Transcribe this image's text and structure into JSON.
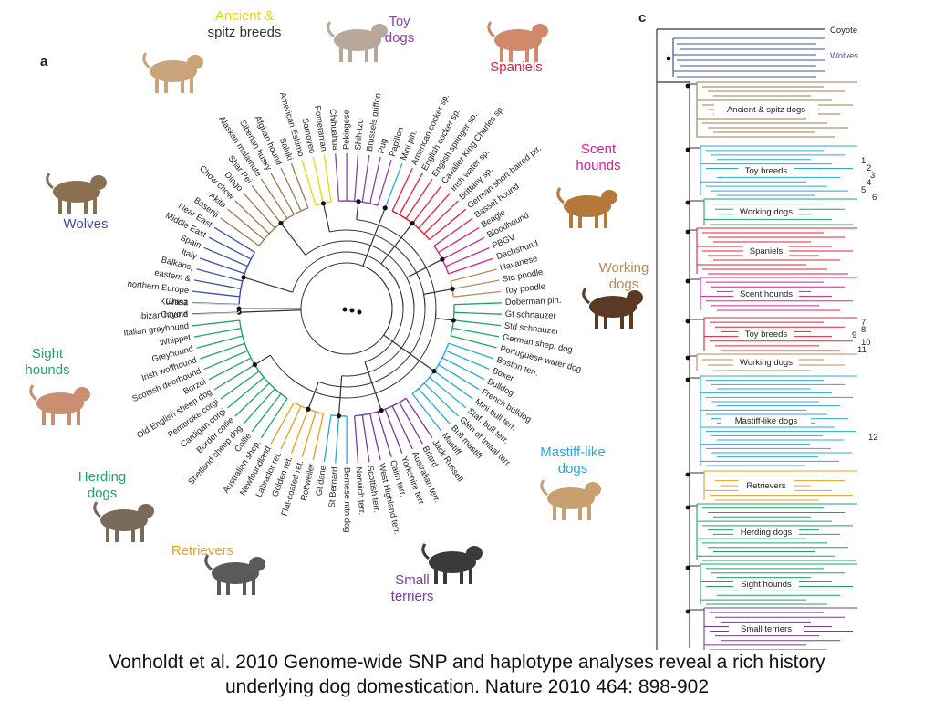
{
  "panel_a": {
    "label": "a",
    "groups": [
      {
        "name": "Ancient & spitz breeds",
        "title_line1": "Ancient &",
        "title_line2": "spitz breeds",
        "color": "#e8d800",
        "accent": "#e0c000"
      },
      {
        "name": "Toy dogs",
        "title_line1": "Toy",
        "title_line2": "dogs",
        "color": "#8a44a6"
      },
      {
        "name": "Spaniels",
        "title_line1": "Spaniels",
        "color": "#e0203a"
      },
      {
        "name": "Scent hounds",
        "title_line1": "Scent",
        "title_line2": "hounds",
        "color": "#d6208c"
      },
      {
        "name": "Working dogs",
        "title_line1": "Working",
        "title_line2": "dogs",
        "color": "#b98a5a"
      },
      {
        "name": "Mastiff-like dogs",
        "title_line1": "Mastiff-like",
        "title_line2": "dogs",
        "color": "#2aa8dc"
      },
      {
        "name": "Small terriers",
        "title_line1": "Small",
        "title_line2": "terriers",
        "color": "#7b3a9e"
      },
      {
        "name": "Retrievers",
        "title_line1": "Retrievers",
        "color": "#e8a020"
      },
      {
        "name": "Herding dogs",
        "title_line1": "Herding",
        "title_line2": "dogs",
        "color": "#1fa463"
      },
      {
        "name": "Sight hounds",
        "title_line1": "Sight",
        "title_line2": "hounds",
        "color": "#1fa463"
      },
      {
        "name": "Wolves",
        "title_line1": "Wolves",
        "color": "#3b4fa8"
      }
    ],
    "leaves": [
      {
        "label": "Coyote",
        "color": "#333333"
      },
      {
        "label": "China",
        "color": "#3b4fa8"
      },
      {
        "label": "northern Europe",
        "color": "#3b4fa8"
      },
      {
        "label": "eastern &",
        "color": "#3b4fa8"
      },
      {
        "label": "Balkans,",
        "color": "#3b4fa8"
      },
      {
        "label": "Italy",
        "color": "#3b4fa8"
      },
      {
        "label": "Spain",
        "color": "#3b4fa8"
      },
      {
        "label": "Middle East",
        "color": "#3b4fa8"
      },
      {
        "label": "Near East",
        "color": "#3b4fa8"
      },
      {
        "label": "Basenji",
        "color": "#9a7b4f"
      },
      {
        "label": "Akita",
        "color": "#9a7b4f"
      },
      {
        "label": "Chow chow",
        "color": "#9a7b4f"
      },
      {
        "label": "Dingo",
        "color": "#9a7b4f"
      },
      {
        "label": "Shar Pei",
        "color": "#9a7b4f"
      },
      {
        "label": "Alaskan malamute",
        "color": "#9a7b4f"
      },
      {
        "label": "Siberian husky",
        "color": "#9a7b4f"
      },
      {
        "label": "Afghan hound",
        "color": "#9a7b4f"
      },
      {
        "label": "Saluki",
        "color": "#9a7b4f"
      },
      {
        "label": "American Eskimo",
        "color": "#e8d800"
      },
      {
        "label": "Samoyed",
        "color": "#e8d800"
      },
      {
        "label": "Pomeranian",
        "color": "#e8d800"
      },
      {
        "label": "Chihuahua",
        "color": "#8a44a6"
      },
      {
        "label": "Pekingese",
        "color": "#8a44a6"
      },
      {
        "label": "Shih-tzu",
        "color": "#8a44a6"
      },
      {
        "label": "Brussels griffon",
        "color": "#8a44a6"
      },
      {
        "label": "Pug",
        "color": "#8a44a6"
      },
      {
        "label": "Papillon",
        "color": "#8a44a6"
      },
      {
        "label": "Mini pin.",
        "color": "#2aa8dc"
      },
      {
        "label": "American cocker sp.",
        "color": "#e0203a"
      },
      {
        "label": "English cocker sp.",
        "color": "#e0203a"
      },
      {
        "label": "English springer sp.",
        "color": "#e0203a"
      },
      {
        "label": "Cavalier King Charles sp.",
        "color": "#e0203a"
      },
      {
        "label": "Irish water sp.",
        "color": "#e0203a"
      },
      {
        "label": "Brittany sp.",
        "color": "#e0203a"
      },
      {
        "label": "German short-haired ptr.",
        "color": "#e0203a"
      },
      {
        "label": "Basset hound",
        "color": "#d6208c"
      },
      {
        "label": "Beagle",
        "color": "#d6208c"
      },
      {
        "label": "Bloodhound",
        "color": "#d6208c"
      },
      {
        "label": "PBGV",
        "color": "#d6208c"
      },
      {
        "label": "Dachshund",
        "color": "#d6208c"
      },
      {
        "label": "Havanese",
        "color": "#b98a5a"
      },
      {
        "label": "Std poodle",
        "color": "#b98a5a"
      },
      {
        "label": "Toy poodle",
        "color": "#b98a5a"
      },
      {
        "label": "Doberman pin.",
        "color": "#1fa463"
      },
      {
        "label": "Gt schnauzer",
        "color": "#1fa463"
      },
      {
        "label": "Std schnauzer",
        "color": "#1fa463"
      },
      {
        "label": "German shep. dog",
        "color": "#1fa463"
      },
      {
        "label": "Portuguese water dog",
        "color": "#1fa463"
      },
      {
        "label": "Boston terr.",
        "color": "#2aa8dc"
      },
      {
        "label": "Boxer",
        "color": "#2aa8dc"
      },
      {
        "label": "Bulldog",
        "color": "#2aa8dc"
      },
      {
        "label": "French bulldog",
        "color": "#2aa8dc"
      },
      {
        "label": "Mini bull terr.",
        "color": "#2aa8dc"
      },
      {
        "label": "Staf. bull terr.",
        "color": "#2aa8dc"
      },
      {
        "label": "Glen of Imaal terr.",
        "color": "#2aa8dc"
      },
      {
        "label": "Bull mastiff",
        "color": "#2aa8dc"
      },
      {
        "label": "Mastiff",
        "color": "#2aa8dc"
      },
      {
        "label": "Jack Russell",
        "color": "#7b3a9e"
      },
      {
        "label": "Briard",
        "color": "#7b3a9e"
      },
      {
        "label": "Australian terr.",
        "color": "#7b3a9e"
      },
      {
        "label": "Yorkshire terr.",
        "color": "#7b3a9e"
      },
      {
        "label": "Cairn terr.",
        "color": "#7b3a9e"
      },
      {
        "label": "West Highland terr.",
        "color": "#7b3a9e"
      },
      {
        "label": "Scottish terr.",
        "color": "#7b3a9e"
      },
      {
        "label": "Norwich terr.",
        "color": "#7b3a9e"
      },
      {
        "label": "Bernese mtn dog",
        "color": "#2aa8dc"
      },
      {
        "label": "St Bernard",
        "color": "#2aa8dc"
      },
      {
        "label": "Gt dane",
        "color": "#2aa8dc"
      },
      {
        "label": "Rottweiler",
        "color": "#e8a020"
      },
      {
        "label": "Flat-coated ret.",
        "color": "#e8a020"
      },
      {
        "label": "Golden ret.",
        "color": "#e8a020"
      },
      {
        "label": "Labrador ret.",
        "color": "#e8a020"
      },
      {
        "label": "Newfoundland",
        "color": "#e8a020"
      },
      {
        "label": "Australian shep.",
        "color": "#1fa463"
      },
      {
        "label": "Collie",
        "color": "#1fa463"
      },
      {
        "label": "Shetland sheep dog",
        "color": "#1fa463"
      },
      {
        "label": "Border collie",
        "color": "#1fa463"
      },
      {
        "label": "Cardigan corgi",
        "color": "#1fa463"
      },
      {
        "label": "Pembroke corgi",
        "color": "#1fa463"
      },
      {
        "label": "Old English sheep dog",
        "color": "#1fa463"
      },
      {
        "label": "Borzoi",
        "color": "#1fa463"
      },
      {
        "label": "Scottish deerhound",
        "color": "#1fa463"
      },
      {
        "label": "Irish wolfhound",
        "color": "#1fa463"
      },
      {
        "label": "Greyhound",
        "color": "#1fa463"
      },
      {
        "label": "Whippet",
        "color": "#1fa463"
      },
      {
        "label": "Italian greyhound",
        "color": "#1fa463"
      },
      {
        "label": "Ibizan hound",
        "color": "#cccccc"
      },
      {
        "label": "Kuvasz",
        "color": "#cccccc"
      }
    ]
  },
  "panel_c": {
    "label": "c",
    "outgroup": "Coyote",
    "wolves": "Wolves",
    "clades": [
      {
        "label": "Ancient & spitz dogs",
        "color": "#9a7b4f"
      },
      {
        "label": "Toy breeds",
        "color": "#2aa8dc"
      },
      {
        "label": "Working dogs",
        "color": "#1fa463"
      },
      {
        "label": "Spaniels",
        "color": "#e0203a"
      },
      {
        "label": "Scent hounds",
        "color": "#d6208c"
      },
      {
        "label": "Toy breeds",
        "color": "#e0203a"
      },
      {
        "label": "Working dogs",
        "color": "#b98a5a"
      },
      {
        "label": "Mastiff-like dogs",
        "color": "#2aa8dc"
      },
      {
        "label": "Retrievers",
        "color": "#e8a020"
      },
      {
        "label": "Herding dogs",
        "color": "#1fa463"
      },
      {
        "label": "Sight hounds",
        "color": "#1fa463"
      },
      {
        "label": "Small terriers",
        "color": "#7b3a9e"
      }
    ],
    "numbers": [
      "1",
      "2",
      "3",
      "4",
      "5",
      "6",
      "7",
      "8",
      "9",
      "10",
      "11",
      "12"
    ]
  },
  "caption": {
    "line1": "Vonholdt et al. 2010 Genome-wide SNP and haplotype analyses reveal a rich history",
    "line2": "underlying dog domestication. Nature 2010 464: 898-902"
  }
}
